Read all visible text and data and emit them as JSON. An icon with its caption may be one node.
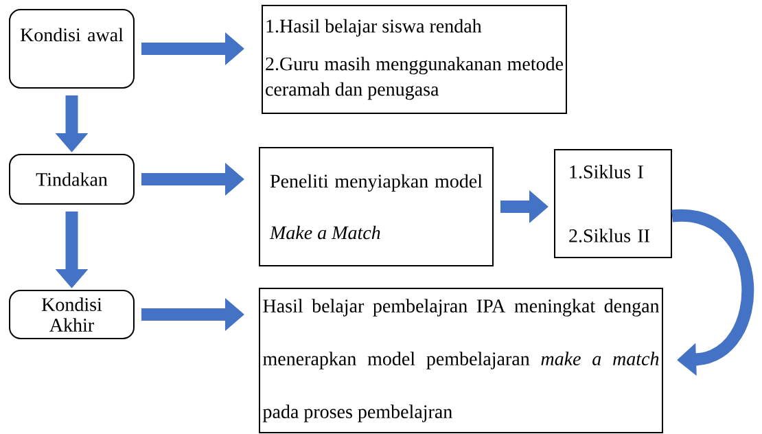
{
  "diagram": {
    "nodes": [
      {
        "text": [
          "Kondisi awal"
        ]
      },
      {
        "text": [
          "1.Hasil belajar siswa rendah",
          "2.Guru masih menggunakanan metode ceramah dan penugasa"
        ]
      },
      {
        "text": [
          "Tindakan"
        ]
      },
      {
        "text": [
          "Peneliti menyiapkan model *Make a Match*"
        ]
      },
      {
        "text": [
          "1.Siklus I",
          "2.Siklus II"
        ]
      },
      {
        "text": [
          "Kondisi Akhir"
        ]
      },
      {
        "text": [
          "Hasil belajar pembelajran IPA meningkat dengan menerapkan model pembelajaran *make a match* pada proses pembelajran"
        ]
      }
    ],
    "edges": [
      {
        "from": 0,
        "to": 1,
        "arrow": "to"
      },
      {
        "from": 0,
        "to": 2,
        "arrow": "to"
      },
      {
        "from": 2,
        "to": 3,
        "arrow": "to"
      },
      {
        "from": 3,
        "to": 4,
        "arrow": "to"
      },
      {
        "from": 2,
        "to": 5,
        "arrow": "to"
      },
      {
        "from": 5,
        "to": 6,
        "arrow": "to"
      },
      {
        "from": 4,
        "to": 6,
        "arrow": "to"
      }
    ]
  }
}
